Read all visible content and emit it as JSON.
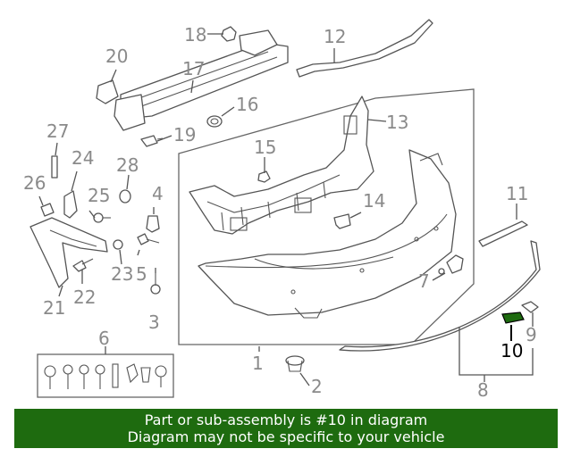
{
  "callouts": {
    "c1": "1",
    "c2": "2",
    "c3": "3",
    "c4": "4",
    "c5": "5",
    "c6": "6",
    "c7": "7",
    "c8": "8",
    "c9": "9",
    "c10": "10",
    "c11": "11",
    "c12": "12",
    "c13": "13",
    "c14": "14",
    "c15": "15",
    "c16": "16",
    "c17": "17",
    "c18": "18",
    "c19": "19",
    "c20": "20",
    "c21": "21",
    "c22": "22",
    "c23": "23",
    "c24": "24",
    "c25": "25",
    "c26": "26",
    "c27": "27",
    "c28": "28"
  },
  "highlight": {
    "part": "10",
    "color": "#1e6b0f"
  },
  "banner": {
    "line1": "Part or sub-assembly is #10 in diagram",
    "line2": "Diagram may not be specific to your vehicle",
    "bg_color": "#1e6b0f",
    "text_color": "#ffffff"
  }
}
